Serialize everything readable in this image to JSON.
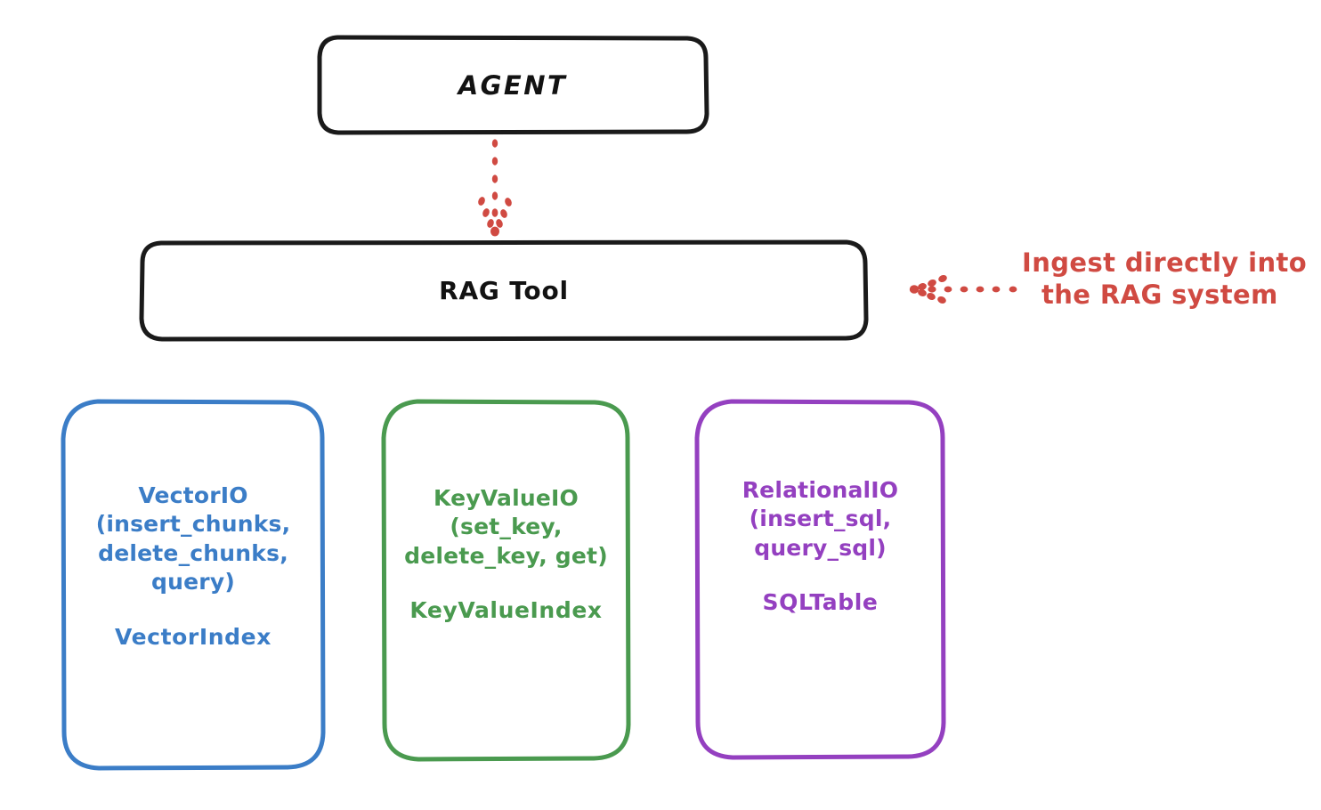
{
  "diagram": {
    "type": "flow-diagram",
    "style": "hand-drawn whiteboard sketch",
    "background_color": "#ffffff"
  },
  "colors": {
    "ink_black": "#1a1a1a",
    "accent_red": "#d04a42",
    "vector_blue": "#3b7dc7",
    "keyvalue_green": "#4a9a4f",
    "relational_purple": "#9440c0"
  },
  "nodes": {
    "agent": {
      "label": "AGENT",
      "color": "#1a1a1a"
    },
    "rag_tool": {
      "label": "RAG Tool",
      "color": "#1a1a1a"
    },
    "vector": {
      "title": "VectorIO",
      "api_lines": [
        "(insert_chunks,",
        "delete_chunks,",
        "query)"
      ],
      "index_label": "VectorIndex",
      "color": "#3b7dc7"
    },
    "keyvalue": {
      "title": "KeyValueIO",
      "api_lines": [
        "(set_key,",
        "delete_key, get)"
      ],
      "index_label": "KeyValueIndex",
      "color": "#4a9a4f"
    },
    "relational": {
      "title": "RelationalIO",
      "api_lines": [
        "(insert_sql,",
        "query_sql)"
      ],
      "index_label": "SQLTable",
      "color": "#9440c0"
    }
  },
  "connectors": {
    "agent_to_rag": {
      "from": "agent",
      "to": "rag_tool",
      "style": "dotted",
      "direction": "down",
      "color": "#d04a42"
    },
    "ingest_arrow": {
      "to": "rag_tool",
      "style": "dotted",
      "direction": "left",
      "color": "#d04a42"
    }
  },
  "annotations": {
    "ingest": {
      "line1": "Ingest directly into",
      "line2": "the RAG system",
      "color": "#d04a42"
    }
  }
}
